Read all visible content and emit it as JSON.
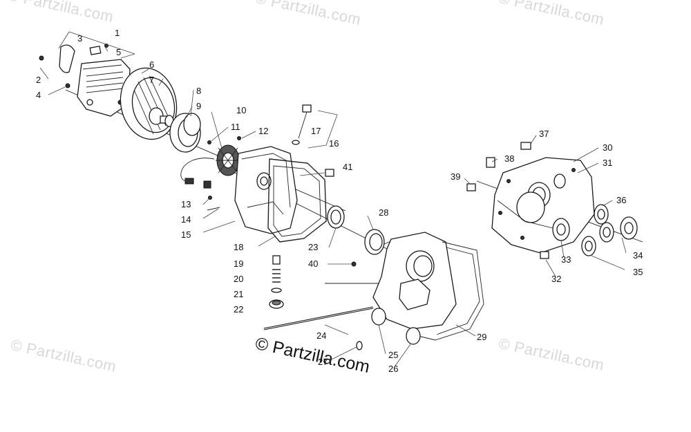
{
  "watermark": "© Partzilla.com",
  "watermark_main": "© Partzilla.com",
  "callouts": [
    "1",
    "2",
    "3",
    "4",
    "5",
    "6",
    "7",
    "8",
    "9",
    "10",
    "11",
    "12",
    "13",
    "14",
    "15",
    "16",
    "17",
    "18",
    "19",
    "20",
    "21",
    "22",
    "23",
    "24",
    "25",
    "26",
    "27",
    "28",
    "29",
    "30",
    "31",
    "32",
    "33",
    "34",
    "35",
    "36",
    "37",
    "38",
    "39",
    "40",
    "41"
  ]
}
